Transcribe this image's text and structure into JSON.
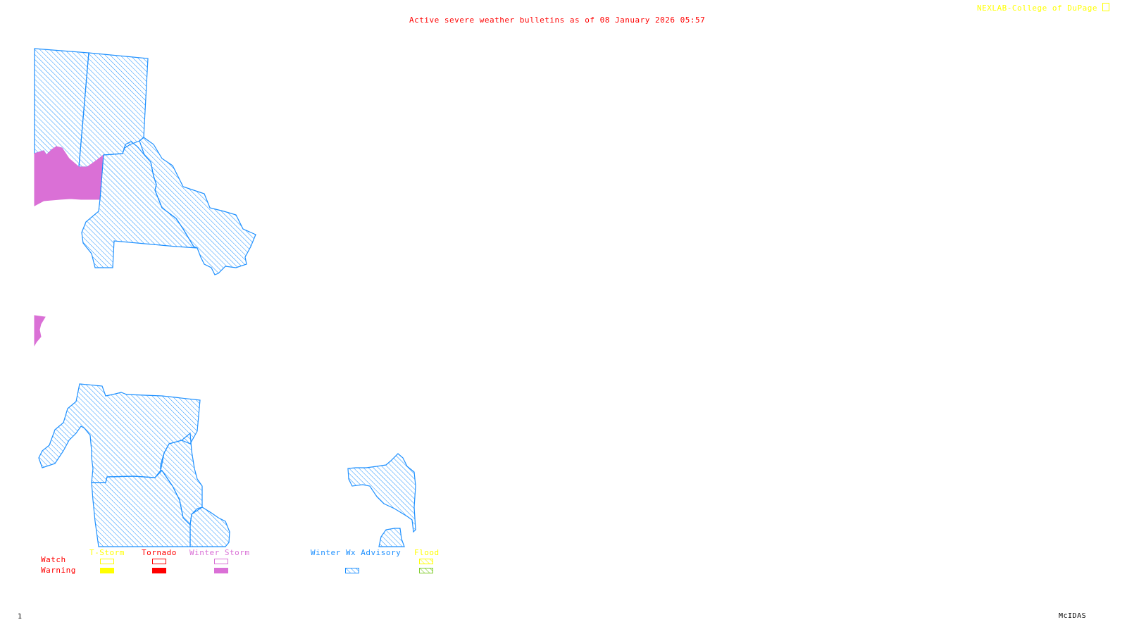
{
  "header": {
    "title": "Active severe weather bulletins as of 08 January 2026 05:57",
    "credit": "NEXLAB-College of DuPage"
  },
  "footer": {
    "frame_number": "1",
    "software": "McIDAS"
  },
  "colors": {
    "title": "#ff0000",
    "credit": "#ffff00",
    "tstorm": "#ffff00",
    "tornado": "#ff0000",
    "winter_storm": "#da70d6",
    "winter_wx_advisory": "#1e90ff",
    "flood_watch": "#ffff00",
    "flood_warning": "#7fcc2a"
  },
  "map": {
    "areas": [
      {
        "id": "north-advisory-west",
        "type": "Winter Wx Advisory"
      },
      {
        "id": "north-advisory-east",
        "type": "Winter Wx Advisory"
      },
      {
        "id": "north-winter-storm-warning",
        "type": "Winter Storm Warning"
      },
      {
        "id": "central-advisory-a",
        "type": "Winter Wx Advisory"
      },
      {
        "id": "central-advisory-b",
        "type": "Winter Wx Advisory"
      },
      {
        "id": "west-edge-winter-storm-warning",
        "type": "Winter Storm Warning"
      },
      {
        "id": "south-advisory-cluster",
        "type": "Winter Wx Advisory"
      },
      {
        "id": "southeast-advisory",
        "type": "Winter Wx Advisory"
      },
      {
        "id": "southeast-advisory-small",
        "type": "Winter Wx Advisory"
      }
    ]
  },
  "legend": {
    "row_labels": {
      "watch": "Watch",
      "warning": "Warning"
    },
    "columns": [
      {
        "key": "tstorm",
        "label": "T-Storm",
        "watch": "outline",
        "warning": "filled"
      },
      {
        "key": "tornado",
        "label": "Tornado",
        "watch": "outline",
        "warning": "filled"
      },
      {
        "key": "winter_storm",
        "label": "Winter Storm",
        "watch": "outline",
        "warning": "filled"
      },
      {
        "key": "winter_wx_advisory",
        "label": "Winter Wx Advisory",
        "watch": "none",
        "warning": "hatched"
      },
      {
        "key": "flood",
        "label": "Flood",
        "watch": "hatched",
        "warning": "hatched"
      }
    ]
  }
}
